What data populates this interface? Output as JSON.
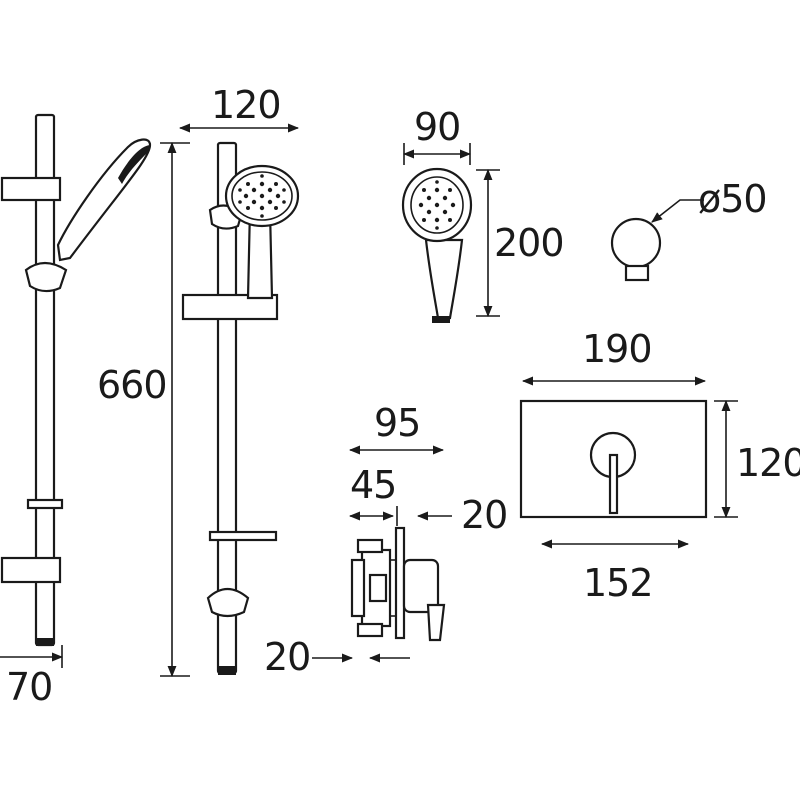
{
  "dimensions": {
    "rail_projection": "70",
    "rail_height": "660",
    "rail_width": "120",
    "handset_width": "90",
    "handset_height": "200",
    "elbow_diameter": "ø50",
    "plate_width": "190",
    "plate_height": "120",
    "plate_fixing": "152",
    "valve_depth": "95",
    "valve_body": "45",
    "plate_thickness": "20",
    "valve_offset": "20"
  },
  "colors": {
    "line": "#1a1a1a",
    "background": "#ffffff"
  }
}
